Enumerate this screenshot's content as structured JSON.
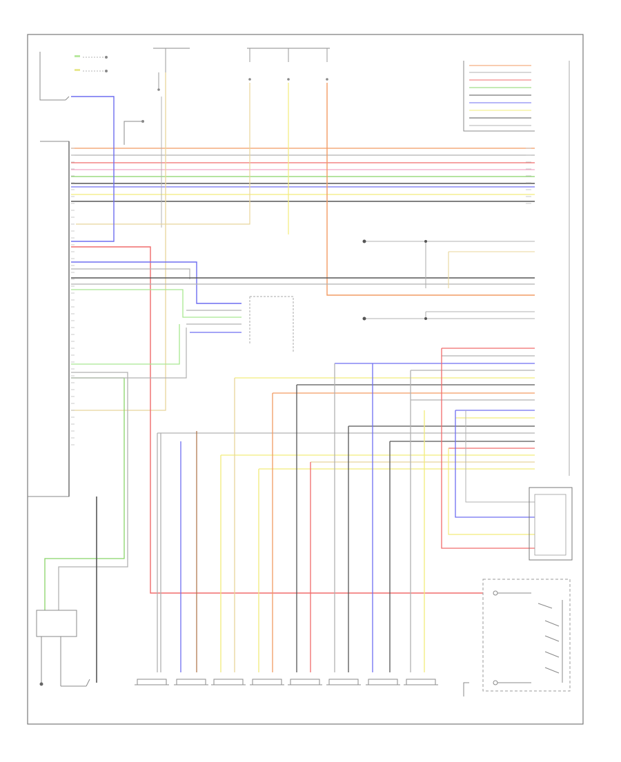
{
  "diagram": {
    "colors": {
      "frame": "#777777",
      "component": "#888888",
      "text": "#555555",
      "wire_orange": "#f29a62",
      "wire_gray": "#b0b0b0",
      "wire_red": "#f06a6a",
      "wire_pink": "#f2a8c8",
      "wire_green": "#88d468",
      "wire_dark": "#555555",
      "wire_blue": "#6d6df0",
      "wire_yellow": "#f2ec7a",
      "wire_tan": "#e8d49a",
      "wire_brown": "#b07a50",
      "wire_lgreen": "#a8e890"
    },
    "components": [
      {
        "id": "door-switch"
      },
      {
        "id": "top-fuse-block-a"
      },
      {
        "id": "top-fuse-block-b"
      },
      {
        "id": "upper-right-connector"
      },
      {
        "id": "radio-receiver"
      },
      {
        "id": "amplifier-module"
      },
      {
        "id": "right-speaker-top"
      },
      {
        "id": "right-speaker-bottom"
      },
      {
        "id": "antenna-relay-box"
      },
      {
        "id": "steering-wheel-controls"
      },
      {
        "id": "rear-lower-module"
      },
      {
        "id": "speaker-1"
      },
      {
        "id": "speaker-2"
      },
      {
        "id": "speaker-3"
      },
      {
        "id": "speaker-4"
      },
      {
        "id": "speaker-5"
      },
      {
        "id": "speaker-6"
      },
      {
        "id": "speaker-7"
      },
      {
        "id": "speaker-8"
      },
      {
        "id": "lower-right-connector"
      }
    ]
  }
}
